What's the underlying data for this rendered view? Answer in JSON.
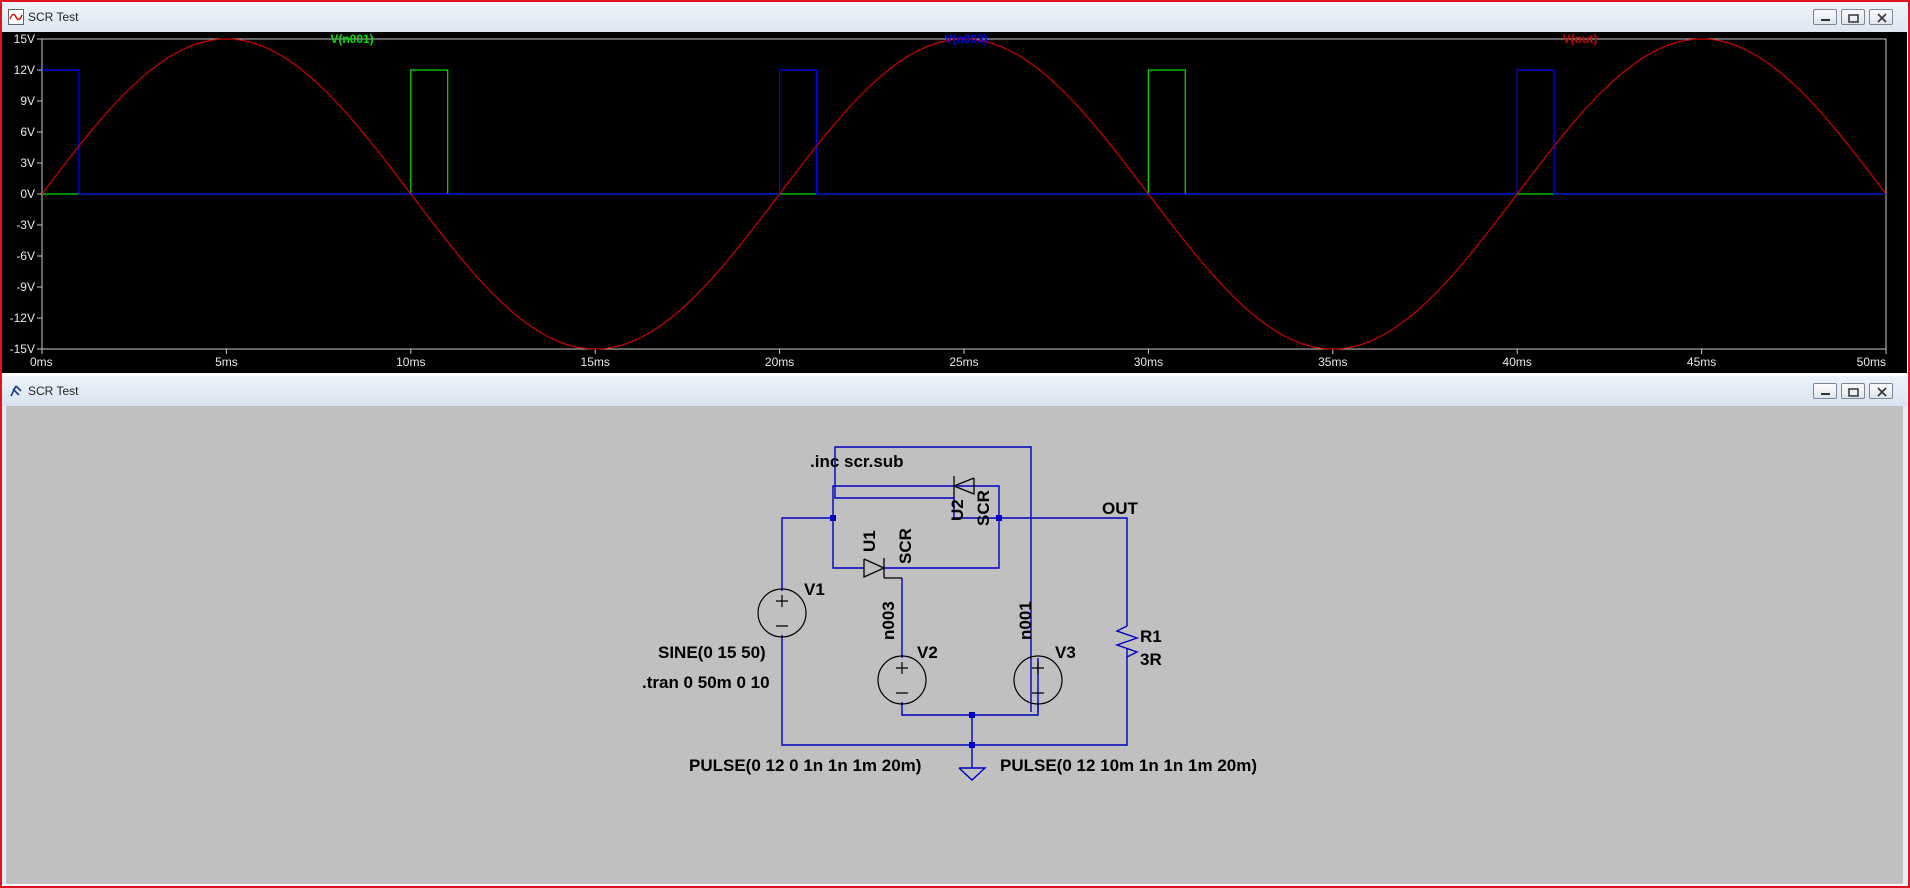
{
  "app": {
    "accent": "#e0141e"
  },
  "plot_window": {
    "title": "SCR Test",
    "icon": "waveform-icon",
    "controls": [
      "minimize-icon",
      "restore-icon",
      "close-icon"
    ]
  },
  "schematic_window": {
    "title": "SCR Test",
    "icon": "schematic-icon",
    "controls": [
      "minimize-icon",
      "restore-icon",
      "close-icon"
    ]
  },
  "chart_data": {
    "type": "line",
    "xlabel": "",
    "ylabel": "",
    "xlim": [
      0,
      50
    ],
    "ylim": [
      -15,
      15
    ],
    "x_ticks": [
      "0ms",
      "5ms",
      "10ms",
      "15ms",
      "20ms",
      "25ms",
      "30ms",
      "35ms",
      "40ms",
      "45ms",
      "50ms"
    ],
    "y_ticks": [
      "15V",
      "12V",
      "9V",
      "6V",
      "3V",
      "0V",
      "-3V",
      "-6V",
      "-9V",
      "-12V",
      "-15V"
    ],
    "series": [
      {
        "name": "V(n001)",
        "color": "#00e000",
        "kind": "pulse",
        "x": [
          0,
          1,
          10,
          11,
          20,
          21,
          30,
          31,
          40,
          41,
          50
        ],
        "y": [
          0,
          0,
          12,
          0,
          0,
          0,
          12,
          0,
          0,
          0,
          0
        ]
      },
      {
        "name": "V(n003)",
        "color": "#0000ff",
        "kind": "pulse",
        "x": [
          0,
          1,
          10,
          11,
          20,
          21,
          30,
          31,
          40,
          41,
          50
        ],
        "y": [
          12,
          0,
          0,
          0,
          12,
          0,
          0,
          0,
          12,
          0,
          0
        ]
      },
      {
        "name": "V(out)",
        "color": "#d00000",
        "kind": "sine",
        "amplitude": 15,
        "frequency_hz": 50,
        "x_range": [
          0,
          50
        ]
      }
    ],
    "grid": false,
    "legend": "top"
  },
  "schematic": {
    "directive_inc": ".inc scr.sub",
    "directive_tran": ".tran 0 50m 0 10",
    "u1_name": "U1",
    "u1_model": "SCR",
    "u2_name": "U2",
    "u2_model": "SCR",
    "out_label": "OUT",
    "v1_name": "V1",
    "v1_value": "SINE(0 15 50)",
    "v2_name": "V2",
    "v2_value": "PULSE(0 12 0 1n 1n 1m 20m)",
    "v3_name": "V3",
    "v3_value": "PULSE(0 12 10m 1n 1n 1m 20m)",
    "r1_name": "R1",
    "r1_value": "3R",
    "net_n003": "n003",
    "net_n001": "n001",
    "wire_color": "#0000c0"
  }
}
